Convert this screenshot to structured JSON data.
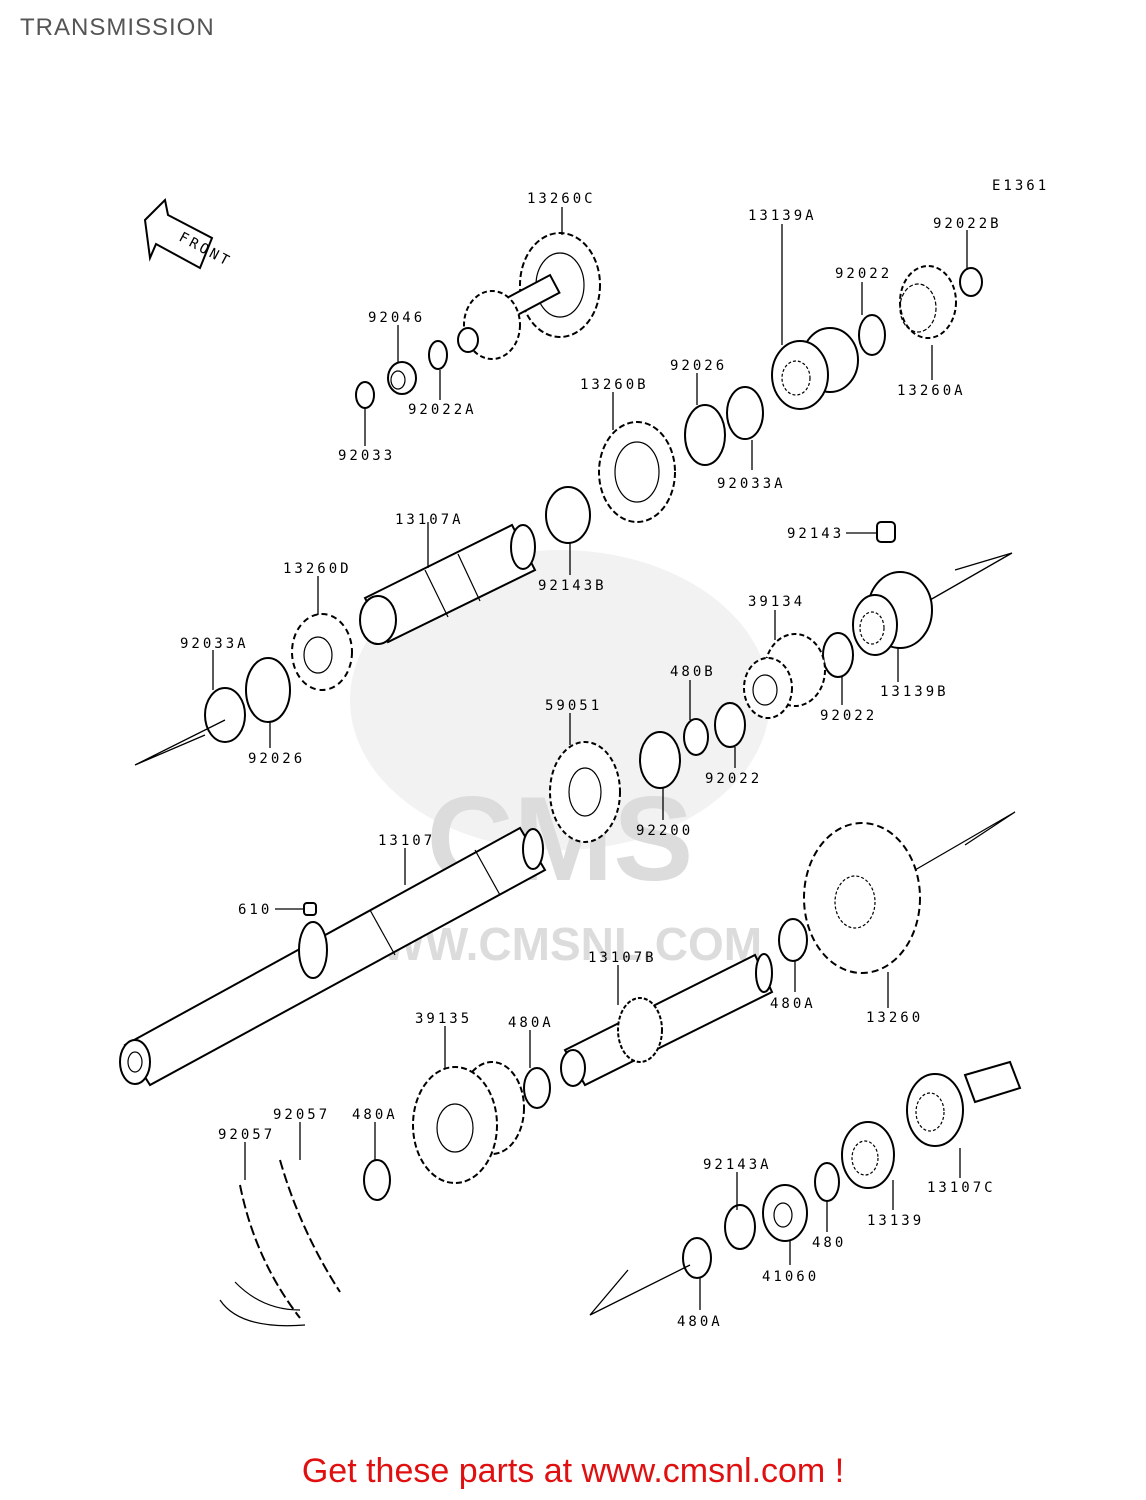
{
  "page": {
    "title": "TRANSMISSION",
    "footer": "Get these parts at www.cmsnl.com !"
  },
  "diagram": {
    "code": "E1361",
    "front_label": "FRONT",
    "watermark": "WWW.CMSNL.COM",
    "watermark_logo": "CMS",
    "labels": [
      {
        "id": "13260C",
        "text": "13260C"
      },
      {
        "id": "92022B",
        "text": "92022B"
      },
      {
        "id": "92022-top",
        "text": "92022"
      },
      {
        "id": "13139A",
        "text": "13139A"
      },
      {
        "id": "13260A",
        "text": "13260A"
      },
      {
        "id": "92046",
        "text": "92046"
      },
      {
        "id": "92022A",
        "text": "92022A"
      },
      {
        "id": "92033",
        "text": "92033"
      },
      {
        "id": "92026-top",
        "text": "92026"
      },
      {
        "id": "13260B",
        "text": "13260B"
      },
      {
        "id": "92033A-top",
        "text": "92033A"
      },
      {
        "id": "13107A",
        "text": "13107A"
      },
      {
        "id": "92143B",
        "text": "92143B"
      },
      {
        "id": "92143",
        "text": "92143"
      },
      {
        "id": "13260D",
        "text": "13260D"
      },
      {
        "id": "39134",
        "text": "39134"
      },
      {
        "id": "92033A-left",
        "text": "92033A"
      },
      {
        "id": "480B",
        "text": "480B"
      },
      {
        "id": "92022-mid",
        "text": "92022"
      },
      {
        "id": "13139B",
        "text": "13139B"
      },
      {
        "id": "92026-left",
        "text": "92026"
      },
      {
        "id": "59051",
        "text": "59051"
      },
      {
        "id": "92022-low",
        "text": "92022"
      },
      {
        "id": "92200",
        "text": "92200"
      },
      {
        "id": "13107",
        "text": "13107"
      },
      {
        "id": "610",
        "text": "610"
      },
      {
        "id": "13107B",
        "text": "13107B"
      },
      {
        "id": "480A-right",
        "text": "480A"
      },
      {
        "id": "13260",
        "text": "13260"
      },
      {
        "id": "39135",
        "text": "39135"
      },
      {
        "id": "480A-mid",
        "text": "480A"
      },
      {
        "id": "92057-a",
        "text": "92057"
      },
      {
        "id": "92057-b",
        "text": "92057"
      },
      {
        "id": "480A-left",
        "text": "480A"
      },
      {
        "id": "92143A",
        "text": "92143A"
      },
      {
        "id": "13107C",
        "text": "13107C"
      },
      {
        "id": "13139",
        "text": "13139"
      },
      {
        "id": "480",
        "text": "480"
      },
      {
        "id": "41060",
        "text": "41060"
      },
      {
        "id": "480A-bottom",
        "text": "480A"
      }
    ]
  }
}
